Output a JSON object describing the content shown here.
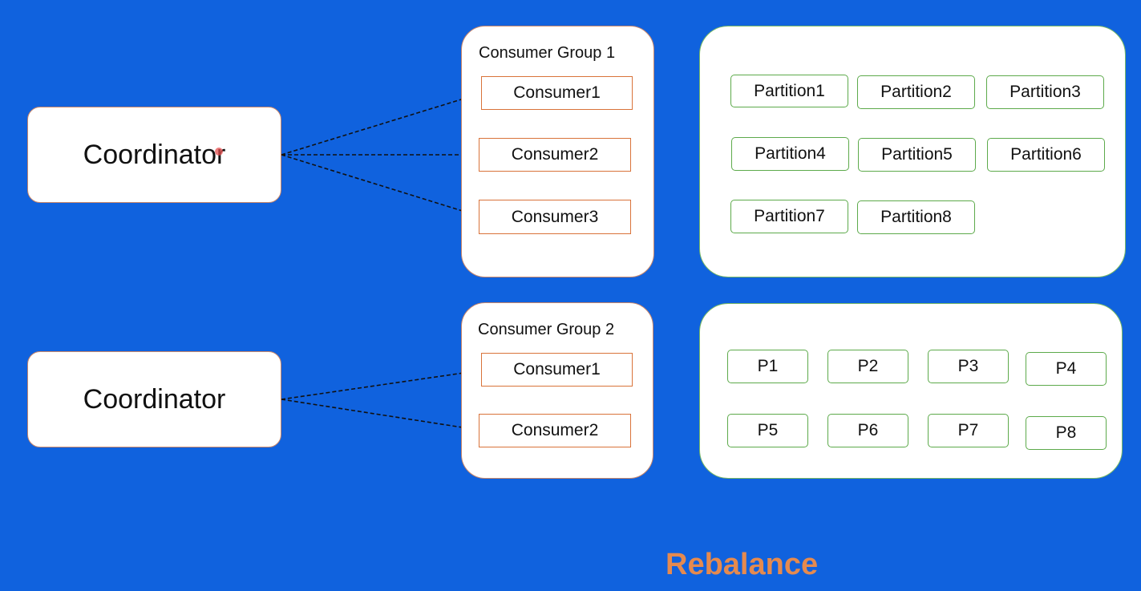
{
  "diagram": {
    "coordinator_1": {
      "label": "Coordinator"
    },
    "coordinator_2": {
      "label": "Coordinator"
    },
    "group_1": {
      "title": "Consumer Group 1",
      "consumers": [
        "Consumer1",
        "Consumer2",
        "Consumer3"
      ]
    },
    "group_2": {
      "title": "Consumer Group 2",
      "consumers": [
        "Consumer1",
        "Consumer2"
      ]
    },
    "partitions_1": [
      "Partition1",
      "Partition2",
      "Partition3",
      "Partition4",
      "Partition5",
      "Partition6",
      "Partition7",
      "Partition8"
    ],
    "partitions_2": [
      "P1",
      "P2",
      "P3",
      "P4",
      "P5",
      "P6",
      "P7",
      "P8"
    ],
    "caption": "Rebalance"
  },
  "colors": {
    "background": "#1062de",
    "consumer_border": "#d9733a",
    "partition_border": "#5daa4b",
    "caption": "#e58a4f"
  }
}
